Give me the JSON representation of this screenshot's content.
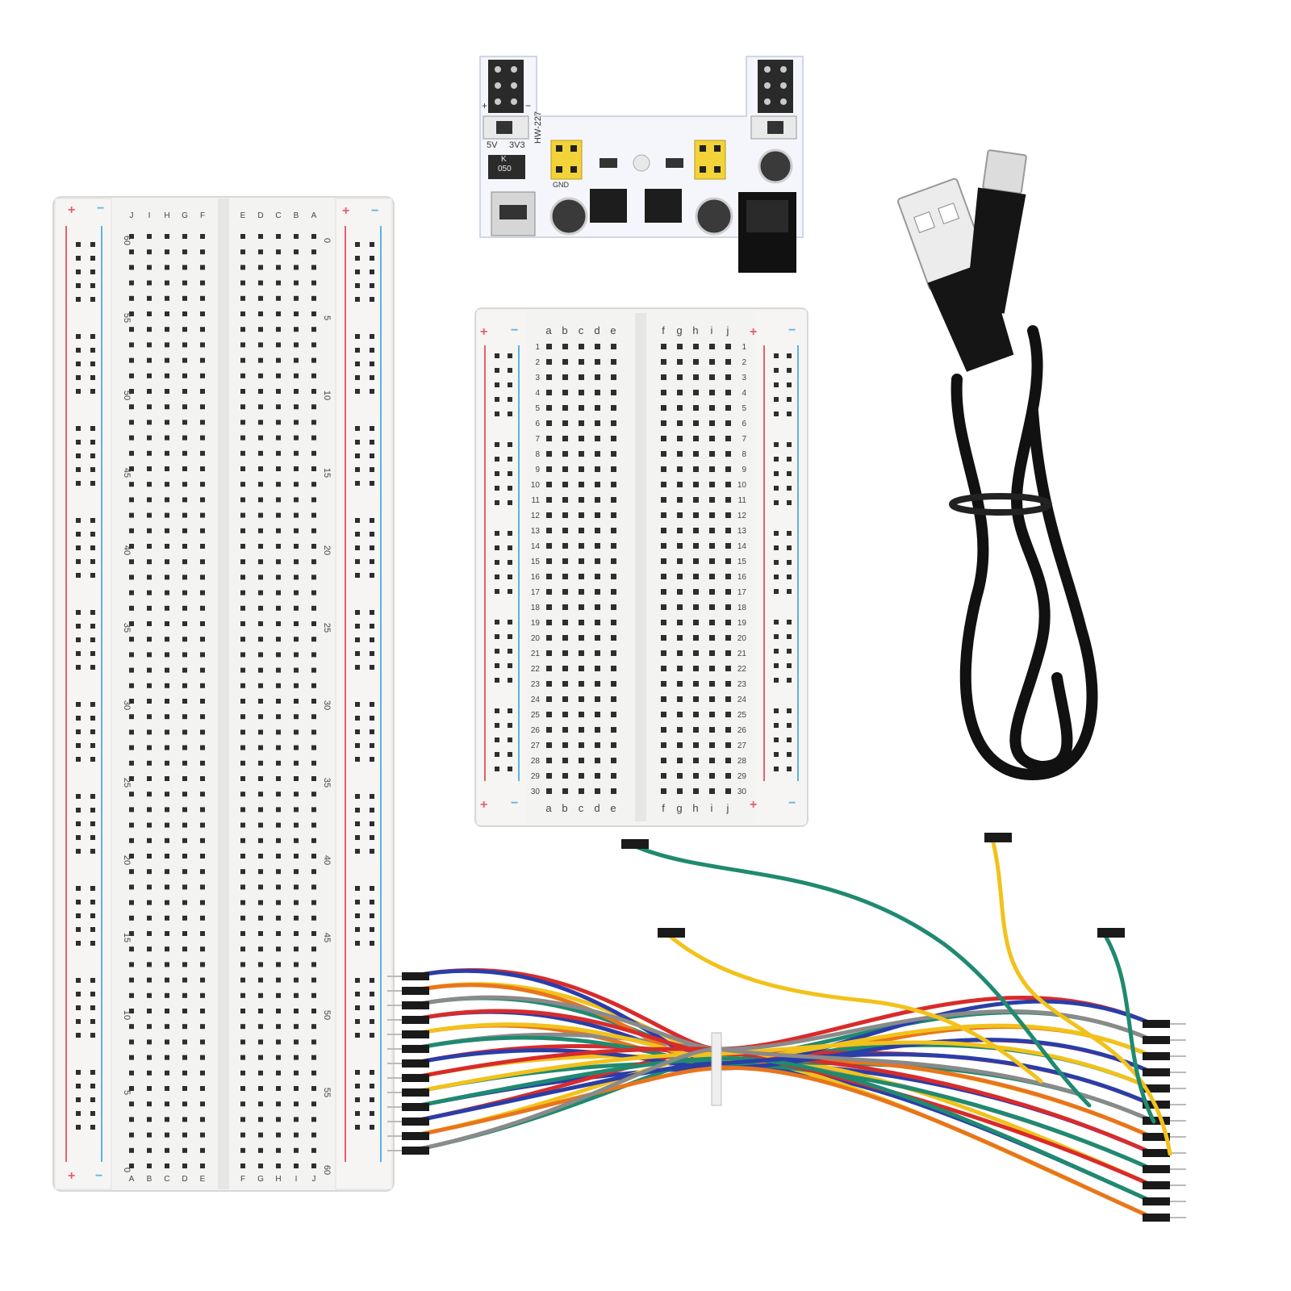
{
  "product_photo": {
    "items": [
      {
        "name": "full-breadboard",
        "icon": "breadboard-830-icon"
      },
      {
        "name": "power-supply-module",
        "icon": "power-module-icon"
      },
      {
        "name": "half-breadboard",
        "icon": "breadboard-400-icon"
      },
      {
        "name": "usb-cable",
        "icon": "usb-cable-icon"
      },
      {
        "name": "jumper-wires",
        "icon": "jumper-wire-icon"
      }
    ],
    "full_breadboard": {
      "rows_left": [
        "J",
        "I",
        "H",
        "G",
        "F"
      ],
      "rows_right": [
        "E",
        "D",
        "C",
        "B",
        "A"
      ],
      "rows_left_bottom": [
        "A",
        "B",
        "C",
        "D",
        "E"
      ],
      "rows_right_bottom": [
        "F",
        "G",
        "H",
        "I",
        "J"
      ],
      "column_numbers_a": [
        "60",
        "55",
        "50",
        "45",
        "40",
        "35",
        "30",
        "25",
        "20",
        "15",
        "10",
        "5",
        "0"
      ],
      "column_numbers_b": [
        "0",
        "5",
        "10",
        "15",
        "20",
        "25",
        "30",
        "35",
        "40",
        "45",
        "50",
        "55",
        "60"
      ],
      "rail_plus": "+",
      "rail_minus": "−"
    },
    "half_breadboard": {
      "top_letters_left": [
        "a",
        "b",
        "c",
        "d",
        "e"
      ],
      "top_letters_right": [
        "f",
        "g",
        "h",
        "i",
        "j"
      ],
      "row_numbers": [
        "1",
        "2",
        "3",
        "4",
        "5",
        "6",
        "7",
        "8",
        "9",
        "10",
        "11",
        "12",
        "13",
        "14",
        "15",
        "16",
        "17",
        "18",
        "19",
        "20",
        "21",
        "22",
        "23",
        "24",
        "25",
        "26",
        "27",
        "28",
        "29",
        "30"
      ],
      "rail_plus": "+",
      "rail_minus": "−"
    },
    "power_module": {
      "model": "HW-227",
      "label_5v": "5V",
      "label_3v3": "3V3",
      "label_plus": "+",
      "label_minus": "−",
      "label_k": "K",
      "label_050": "050",
      "label_gnd": "GND"
    },
    "colors": {
      "board_white": "#f3f3f1",
      "hole": "#2e2e2e",
      "rail_red": "#e5606b",
      "rail_blue": "#5bb4e0",
      "pcb_white": "#f4f6fb",
      "header_yellow": "#f3d23a",
      "cable_black": "#111111",
      "wire_red": "#d92b2b",
      "wire_yellow": "#f2c21b",
      "wire_green": "#1f8a70",
      "wire_blue": "#2a3ea8",
      "wire_orange": "#e8751c",
      "wire_grey": "#8a8a8a"
    }
  }
}
